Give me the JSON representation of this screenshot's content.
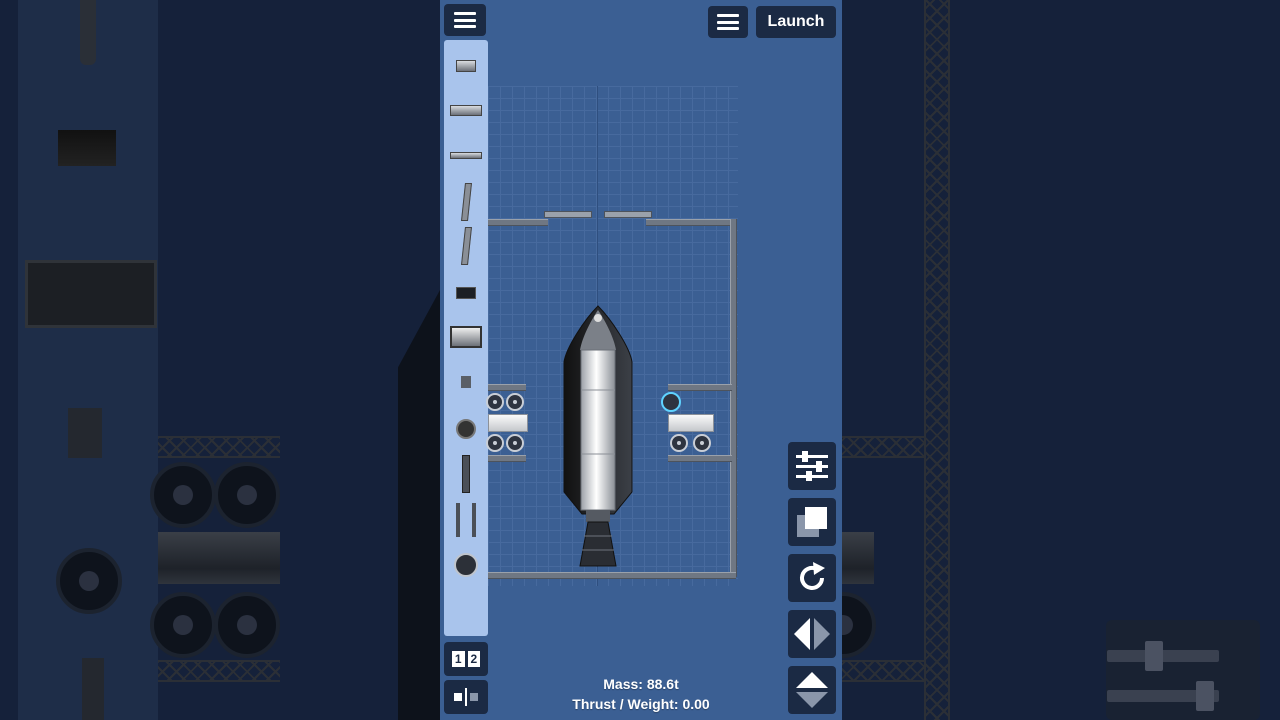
{
  "toolbar": {
    "launch_label": "Launch"
  },
  "parts_panel": {
    "items": [
      {
        "name": "small-fuel-tank"
      },
      {
        "name": "wide-fuel-tank"
      },
      {
        "name": "thin-plate"
      },
      {
        "name": "strut-arm-1"
      },
      {
        "name": "strut-arm-2"
      },
      {
        "name": "small-dark-block"
      },
      {
        "name": "large-cylinder"
      },
      {
        "name": "small-thruster"
      },
      {
        "name": "gear-part"
      },
      {
        "name": "piston-part"
      },
      {
        "name": "hinge-part"
      },
      {
        "name": "large-wheel"
      }
    ]
  },
  "stage_buttons": {
    "stage_1": "1",
    "stage_2": "2"
  },
  "stats": {
    "mass": "Mass: 88.6t",
    "thrust_weight": "Thrust / Weight: 0.00"
  },
  "colors": {
    "workspace": "#3b5f93",
    "panel": "#a9c4ec",
    "button_bg": "#1b2a44",
    "background": "#15213a"
  }
}
